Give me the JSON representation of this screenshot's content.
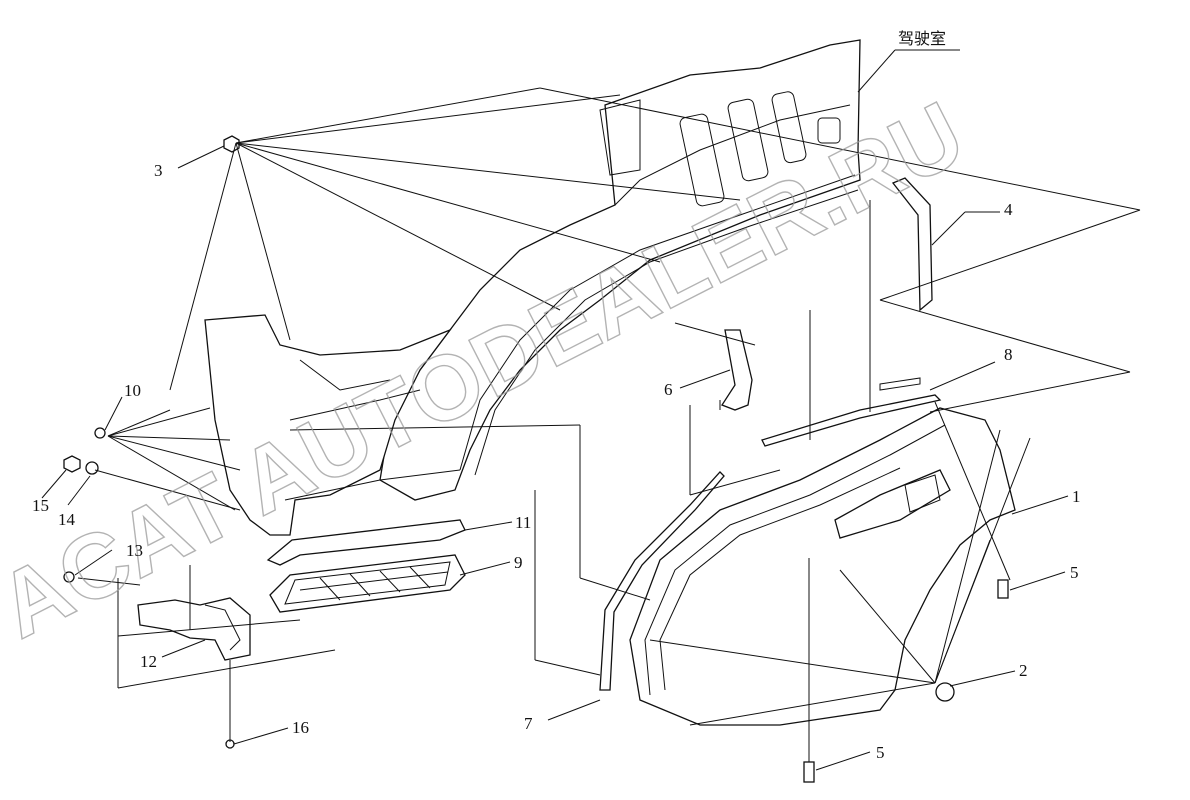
{
  "diagram": {
    "cab_label": "驾驶室",
    "watermark": "ACAT AUTODEALER.RU",
    "callouts": [
      "1",
      "2",
      "3",
      "4",
      "5",
      "5",
      "6",
      "7",
      "8",
      "9",
      "10",
      "11",
      "12",
      "13",
      "14",
      "15",
      "16"
    ]
  }
}
